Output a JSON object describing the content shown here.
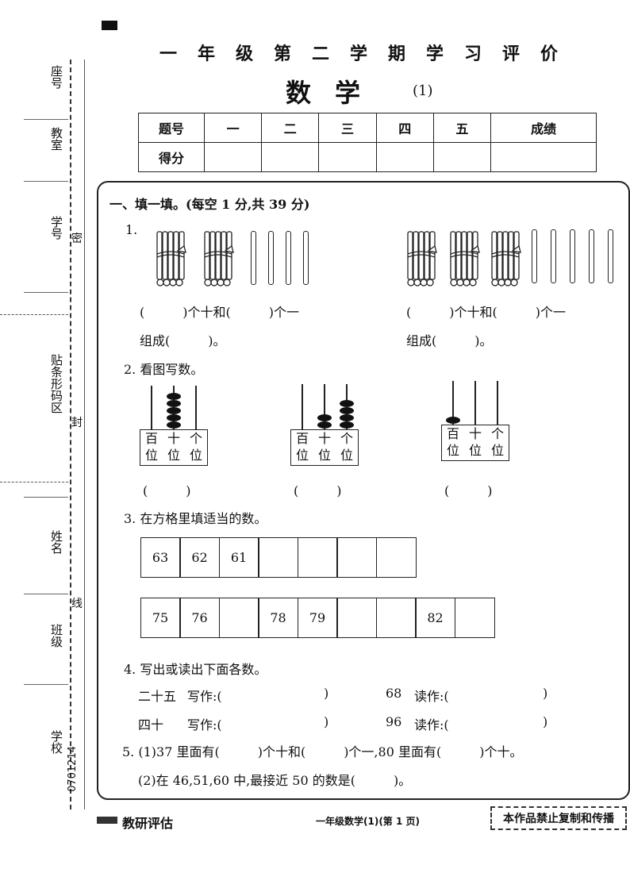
{
  "sidebar": {
    "labels": [
      "座号",
      "教室",
      "学号",
      "贴条形码区",
      "姓名",
      "班级",
      "学校"
    ],
    "line_marks": [
      "密",
      "封",
      "线"
    ],
    "serial": "0701214"
  },
  "header": {
    "title_line": "一年级第二学期学习评价",
    "subject": "数学",
    "number": "(1)"
  },
  "score_table": {
    "row1": [
      "题号",
      "一",
      "二",
      "三",
      "四",
      "五",
      "成绩"
    ],
    "row2_label": "得分"
  },
  "section1": {
    "heading": "一、填一填。(每空 1 分,共 39 分)",
    "q1": {
      "num": "1.",
      "left_line1": "(　　　)个十和(　　　)个一",
      "left_line2": "组成(　　　)。",
      "right_line1": "(　　　)个十和(　　　)个一",
      "right_line2": "组成(　　　)。"
    },
    "q2": {
      "title": "2. 看图写数。",
      "labels": [
        [
          "百",
          "位"
        ],
        [
          "十",
          "位"
        ],
        [
          "个",
          "位"
        ]
      ],
      "answer": "(　　　)"
    },
    "q3": {
      "title": "3. 在方格里填适当的数。",
      "row1": [
        "63",
        "62",
        "61",
        "",
        "",
        "",
        ""
      ],
      "row2": [
        "75",
        "76",
        "",
        "78",
        "79",
        "",
        "",
        "82",
        ""
      ]
    },
    "q4": {
      "title": "4. 写出或读出下面各数。",
      "items": [
        {
          "word": "二十五",
          "action": "写作:(",
          "close": ")"
        },
        {
          "word": "四十",
          "action": "写作:(",
          "close": ")"
        },
        {
          "word": "68",
          "action": "读作:(",
          "close": ")"
        },
        {
          "word": "96",
          "action": "读作:(",
          "close": ")"
        }
      ]
    },
    "q5": {
      "line1": "5. (1)37 里面有(　　　)个十和(　　　)个一,80 里面有(　　　)个十。",
      "line2": "(2)在 46,51,60 中,最接近 50 的数是(　　　)。"
    }
  },
  "footer": {
    "brand": "教研评估",
    "page": "一年级数学(1)(第 1 页)",
    "notice": "本作品禁止复制和传播"
  }
}
